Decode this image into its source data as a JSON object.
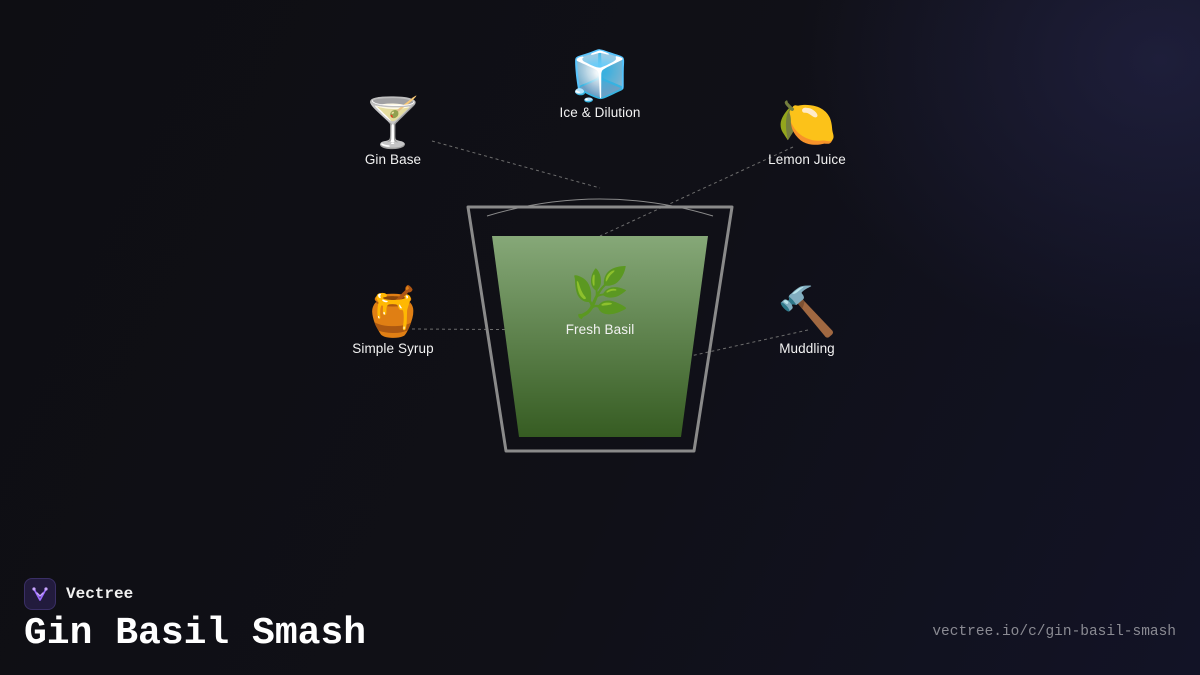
{
  "brand": {
    "name": "Vectree",
    "logo_icon": "vectree-logo-icon",
    "accent": "#9b6bff"
  },
  "title": "Gin Basil Smash",
  "url": "vectree.io/c/gin-basil-smash",
  "colors": {
    "background": "#0e0e13",
    "glass_outline": "#8a8a8a",
    "liquid_top": "#86a878",
    "liquid_bottom": "#365c22",
    "label_text": "#f2f2f2",
    "connector": "#6d6d6d"
  },
  "diagram": {
    "center": {
      "id": "basil",
      "label": "Fresh Basil",
      "emoji": "🌿",
      "icon": "basil-leaf-icon"
    },
    "nodes": [
      {
        "id": "gin",
        "label": "Gin Base",
        "emoji": "🍸",
        "icon": "cocktail-glass-icon"
      },
      {
        "id": "ice",
        "label": "Ice & Dilution",
        "emoji": "🧊",
        "icon": "ice-cube-icon"
      },
      {
        "id": "lemon",
        "label": "Lemon Juice",
        "emoji": "🍋",
        "icon": "lemon-icon"
      },
      {
        "id": "syrup",
        "label": "Simple Syrup",
        "emoji": "🍯",
        "icon": "honey-pot-icon"
      },
      {
        "id": "muddling",
        "label": "Muddling",
        "emoji": "🔨",
        "icon": "hammer-icon"
      }
    ]
  }
}
